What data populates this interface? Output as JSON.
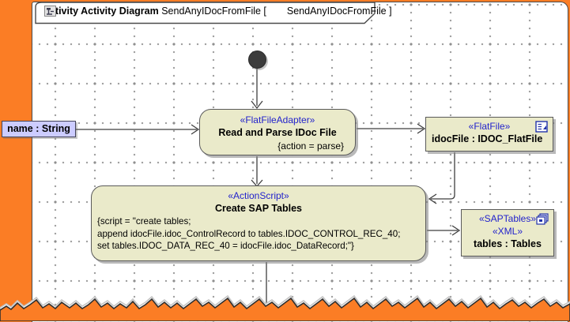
{
  "colors": {
    "background_orange": "#fb7d25",
    "node_fill": "#eaeaca",
    "stereotype_blue": "#2222cc",
    "parameter_fill": "#ccccff",
    "line": "#3f3f3f"
  },
  "frame": {
    "title_bold": "activity Activity Diagram",
    "title_mid": "SendAnyIDocFromFile [",
    "title_ref": "SendAnyIDocFromFile ]",
    "icon": "activity-diagram-icon"
  },
  "parameter": {
    "label": "name : String"
  },
  "nodes": {
    "read": {
      "stereotype": "«FlatFileAdapter»",
      "name": "Read and Parse IDoc File",
      "constraint": "{action = parse}"
    },
    "idocfile": {
      "stereotype": "«FlatFile»",
      "name": "idocFile : IDOC_FlatFile",
      "icon": "document-icon"
    },
    "create": {
      "stereotype": "«ActionScript»",
      "name": "Create SAP Tables",
      "script_lines": [
        "{script = \"create tables;",
        "append idocFile.idoc_ControlRecord to tables.IDOC_CONTROL_REC_40;",
        "set tables.IDOC_DATA_REC_40 = idocFile.idoc_DataRecord;\"}"
      ]
    },
    "tables": {
      "stereotype1": "«SAPTables»",
      "stereotype2": "«XML»",
      "name": "tables : Tables",
      "icon": "copies-icon"
    }
  }
}
